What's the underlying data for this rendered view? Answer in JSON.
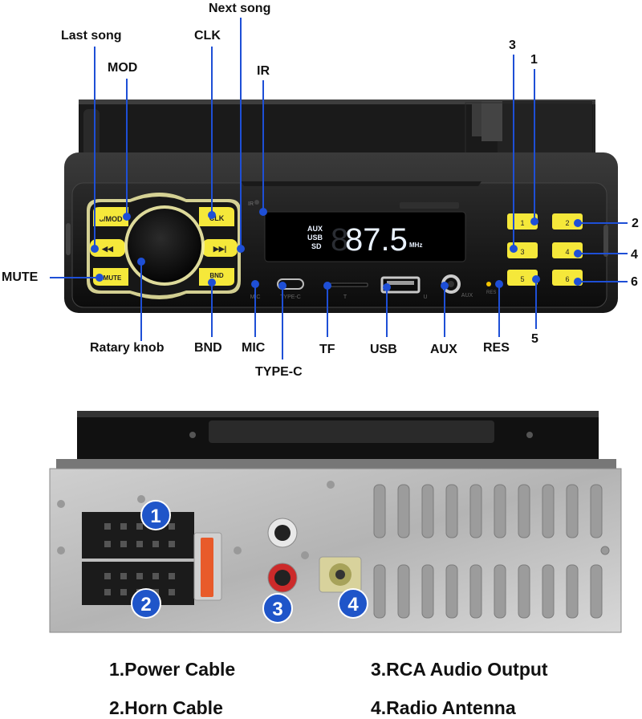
{
  "front_labels": {
    "next_song": "Next song",
    "last_song": "Last song",
    "clk": "CLK",
    "mod": "MOD",
    "ir": "IR",
    "mute": "MUTE",
    "rotary_knob": "Ratary knob",
    "bnd": "BND",
    "mic": "MIC",
    "tf": "TF",
    "usb": "USB",
    "aux": "AUX",
    "res": "RES",
    "type_c": "TYPE-C",
    "preset_1": "1",
    "preset_2": "2",
    "preset_3": "3",
    "preset_4": "4",
    "preset_5": "5",
    "preset_6": "6"
  },
  "buttons": {
    "mod": "ᴗ/MOD",
    "clk": "CLK",
    "prev": "◀◀",
    "next": "▶▶|",
    "mute": "MUTE",
    "bnd": "BND",
    "p1": "1",
    "p2": "2",
    "p3": "3",
    "p4": "4",
    "p5": "5",
    "p6": "6"
  },
  "display": {
    "src1": "AUX",
    "src2": "USB",
    "src3": "SD",
    "freq": "87.5",
    "unit": "MHz"
  },
  "faceplate_marks": {
    "mic": "MIC",
    "type_c": "TYPE-C",
    "tf": "T",
    "usb": "U",
    "aux": "AUX",
    "ir": "IR",
    "res": "RES"
  },
  "back_badges": {
    "b1": "1",
    "b2": "2",
    "b3": "3",
    "b4": "4"
  },
  "legend": {
    "item1": "1.Power Cable",
    "item2": "2.Horn Cable",
    "item3": "3.RCA Audio Output",
    "item4": "4.Radio Antenna"
  },
  "colors": {
    "button_yellow": "#f5e83a",
    "leader_blue": "#1e4fd6",
    "badge_blue": "#1f55c9",
    "display_blue": "#eaf2ff"
  }
}
